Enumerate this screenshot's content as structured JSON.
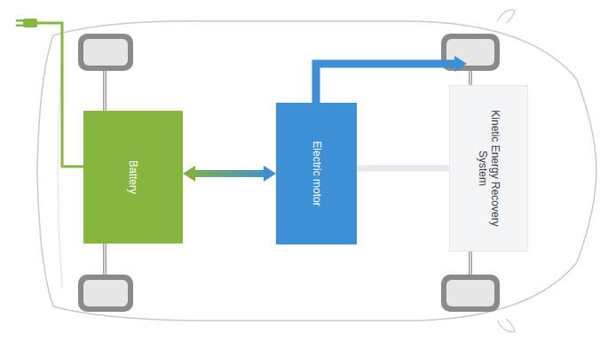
{
  "diagram": {
    "nodes": [
      {
        "text": [
          "Battery"
        ]
      },
      {
        "text": [
          "Electric motor"
        ]
      },
      {
        "text": [
          "Kinetic Energy Recovery System"
        ]
      }
    ],
    "edges": [
      {
        "from": 0,
        "to": 1,
        "arrow": "both"
      },
      {
        "from": 2,
        "to": 1,
        "arrow": "none"
      }
    ]
  }
}
